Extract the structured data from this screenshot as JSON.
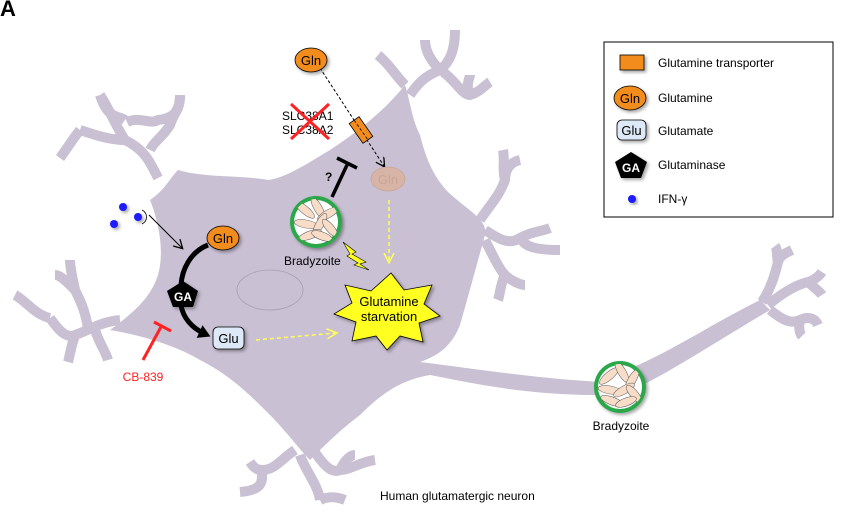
{
  "panel_label": "A",
  "caption": "Human glutamatergic neuron",
  "colors": {
    "neuron": "#c9c0d3",
    "glutamine": "#f28c1e",
    "glutamine_faded": "#d7b4a6",
    "glutamate": "#dde9f6",
    "glutaminase": "#000000",
    "ifn": "#1a1aff",
    "inhibitor": "#ff2222",
    "starvation": "#ffff22",
    "bradyzoite_ring": "#2ca84a",
    "bradyzoite_fill": "#f7dcc7",
    "dashed_yellow": "#ffff55"
  },
  "legend": {
    "items": [
      {
        "icon": "transporter-icon",
        "label": "Glutamine transporter"
      },
      {
        "icon": "glutamine-icon",
        "symbol": "Gln",
        "label": "Glutamine"
      },
      {
        "icon": "glutamate-icon",
        "symbol": "Glu",
        "label": "Glutamate"
      },
      {
        "icon": "glutaminase-icon",
        "symbol": "GA",
        "label": "Glutaminase"
      },
      {
        "icon": "ifn-gamma-icon",
        "label": "IFN-γ"
      }
    ]
  },
  "diagram": {
    "external_gln": "Gln",
    "internal_gln": "Gln",
    "transporters_knocked_out": [
      "SLC38A1",
      "SLC38A2"
    ],
    "question_mark": "?",
    "bradyzoite_label_soma": "Bradyzoite",
    "bradyzoite_label_axon": "Bradyzoite",
    "gln_metabolite": "Gln",
    "glutaminase": "GA",
    "glu_metabolite": "Glu",
    "inhibitor": "CB-839",
    "starvation_line1": "Glutamine",
    "starvation_line2": "starvation"
  }
}
